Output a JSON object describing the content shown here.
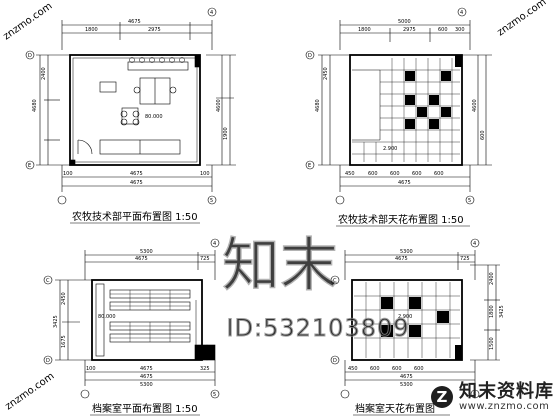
{
  "drawings": [
    {
      "caption": "农牧技术部平面布置图 1:50",
      "top_dims": [
        "1800",
        "2975",
        "4675"
      ],
      "side_dims": [
        "4680",
        "4600",
        "2400",
        "1900"
      ],
      "bottom_dims": [
        "100",
        "4675",
        "4675",
        "100"
      ],
      "room_label": "80.000",
      "axis_labels": [
        "D",
        "E",
        "4",
        "5"
      ]
    },
    {
      "caption": "农牧技术部天花布置图 1:50",
      "top_dims": [
        "5000",
        "1800",
        "2975",
        "600",
        "300"
      ],
      "side_dims": [
        "4680",
        "4600",
        "2450",
        "600"
      ],
      "bottom_dims": [
        "450",
        "600",
        "600",
        "600",
        "600",
        "4675"
      ],
      "room_label": "2.900",
      "axis_labels": [
        "D",
        "E",
        "4",
        "5"
      ]
    },
    {
      "caption": "档案室平面布置图 1:50",
      "top_dims": [
        "5300",
        "4675",
        "725"
      ],
      "side_dims": [
        "3425",
        "2450",
        "1675"
      ],
      "bottom_dims": [
        "100",
        "4675",
        "325",
        "4675",
        "5300"
      ],
      "room_label": "80.000",
      "axis_labels": [
        "C",
        "D",
        "4",
        "5"
      ]
    },
    {
      "caption": "档案室天花布置图",
      "top_dims": [
        "5300",
        "4675",
        "725"
      ],
      "side_dims": [
        "3425",
        "2400",
        "1800",
        "1500"
      ],
      "bottom_dims": [
        "450",
        "600",
        "600",
        "600",
        "4675",
        "5300"
      ],
      "room_label": "2.900",
      "axis_labels": [
        "C",
        "D",
        "4",
        "5"
      ]
    }
  ],
  "watermark": {
    "center_text": "知末",
    "id_text": "ID:532103809",
    "corner_text": "znzmo.com"
  },
  "brand": {
    "logo": "Z",
    "name": "知末资料库",
    "url": "www.znzmo.com"
  }
}
